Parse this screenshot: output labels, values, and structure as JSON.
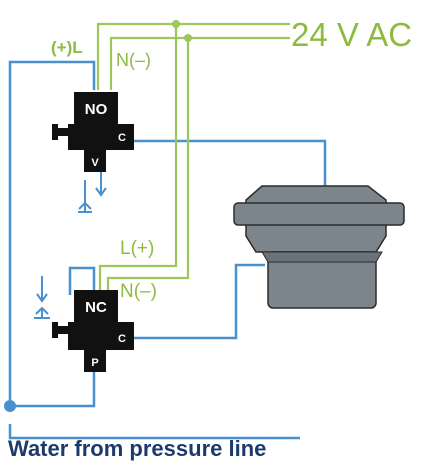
{
  "power": {
    "label": "24 V AC"
  },
  "wires": {
    "top_line": "(+)L",
    "top_neutral": "N(–)",
    "bottom_line": "L(+)",
    "bottom_neutral": "N(–)"
  },
  "valves": {
    "no": {
      "name": "NO",
      "port": "C",
      "vent": "V"
    },
    "nc": {
      "name": "NC",
      "port": "C",
      "pressure": "P"
    }
  },
  "footer": {
    "text": "Water from pressure line"
  },
  "colors": {
    "electric_wire": "#9cc75b",
    "water_line": "#4a90cf",
    "solenoid": "#111111",
    "actuator": "#7c858c",
    "footer_text": "#1d3a6e"
  }
}
